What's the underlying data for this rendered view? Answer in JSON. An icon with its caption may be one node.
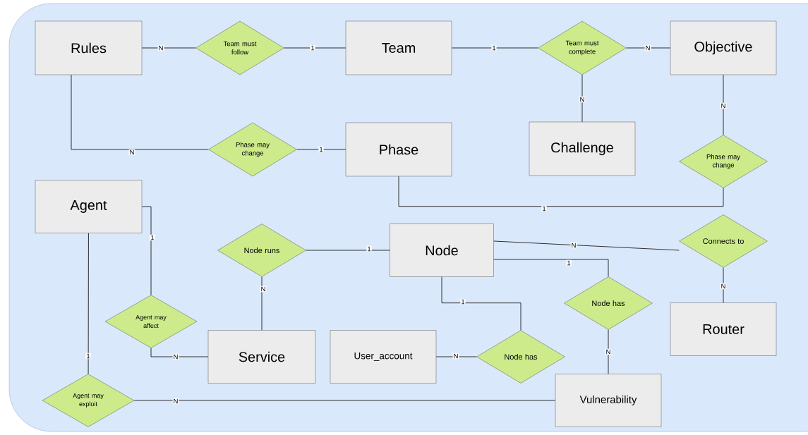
{
  "diagram": {
    "nodes": [
      {
        "text": [
          "Rules"
        ]
      },
      {
        "text": [
          "Team must follow"
        ]
      },
      {
        "text": [
          "Team"
        ]
      },
      {
        "text": [
          "Team must complete"
        ]
      },
      {
        "text": [
          "Objective"
        ]
      },
      {
        "text": [
          "Challenge"
        ]
      },
      {
        "text": [
          "Phase may change"
        ]
      },
      {
        "text": [
          "Phase"
        ]
      },
      {
        "text": [
          "Phase may change"
        ]
      },
      {
        "text": [
          "Agent"
        ]
      },
      {
        "text": [
          "Node runs"
        ]
      },
      {
        "text": [
          "Node"
        ]
      },
      {
        "text": [
          "Connects to"
        ]
      },
      {
        "text": [
          "Agent may affect"
        ]
      },
      {
        "text": [
          "Service"
        ]
      },
      {
        "text": [
          "User_account"
        ]
      },
      {
        "text": [
          "Node has"
        ]
      },
      {
        "text": [
          "Node has"
        ]
      },
      {
        "text": [
          "Router"
        ]
      },
      {
        "text": [
          "Agent may exploit"
        ]
      },
      {
        "text": [
          "Vulnerability"
        ]
      }
    ],
    "edges": [
      {
        "from": 0,
        "to": 1,
        "arrow": "none",
        "label": "N"
      },
      {
        "from": 1,
        "to": 2,
        "arrow": "none",
        "label": "1"
      },
      {
        "from": 2,
        "to": 3,
        "arrow": "none",
        "label": "1"
      },
      {
        "from": 3,
        "to": 4,
        "arrow": "none",
        "label": "N"
      },
      {
        "from": 3,
        "to": 5,
        "arrow": "none",
        "label": "N"
      },
      {
        "from": 0,
        "to": 6,
        "arrow": "none",
        "label": "N"
      },
      {
        "from": 6,
        "to": 7,
        "arrow": "none",
        "label": "1"
      },
      {
        "from": 4,
        "to": 8,
        "arrow": "none",
        "label": "N"
      },
      {
        "from": 8,
        "to": 7,
        "arrow": "none",
        "label": "1"
      },
      {
        "from": 9,
        "to": 13,
        "arrow": "none",
        "label": "1"
      },
      {
        "from": 13,
        "to": 14,
        "arrow": "none",
        "label": "N"
      },
      {
        "from": 9,
        "to": 19,
        "arrow": "none",
        "label": "1"
      },
      {
        "from": 10,
        "to": 11,
        "arrow": "none",
        "label": "1"
      },
      {
        "from": 10,
        "to": 14,
        "arrow": "none",
        "label": "N"
      },
      {
        "from": 11,
        "to": 12,
        "arrow": "none",
        "label": "N"
      },
      {
        "from": 11,
        "to": 17,
        "arrow": "none",
        "label": "1"
      },
      {
        "from": 11,
        "to": 16,
        "arrow": "none",
        "label": "1"
      },
      {
        "from": 15,
        "to": 16,
        "arrow": "none",
        "label": "N"
      },
      {
        "from": 17,
        "to": 20,
        "arrow": "none",
        "label": "N"
      },
      {
        "from": 12,
        "to": 18,
        "arrow": "none",
        "label": "N"
      },
      {
        "from": 19,
        "to": 20,
        "arrow": "none",
        "label": "N"
      }
    ]
  }
}
